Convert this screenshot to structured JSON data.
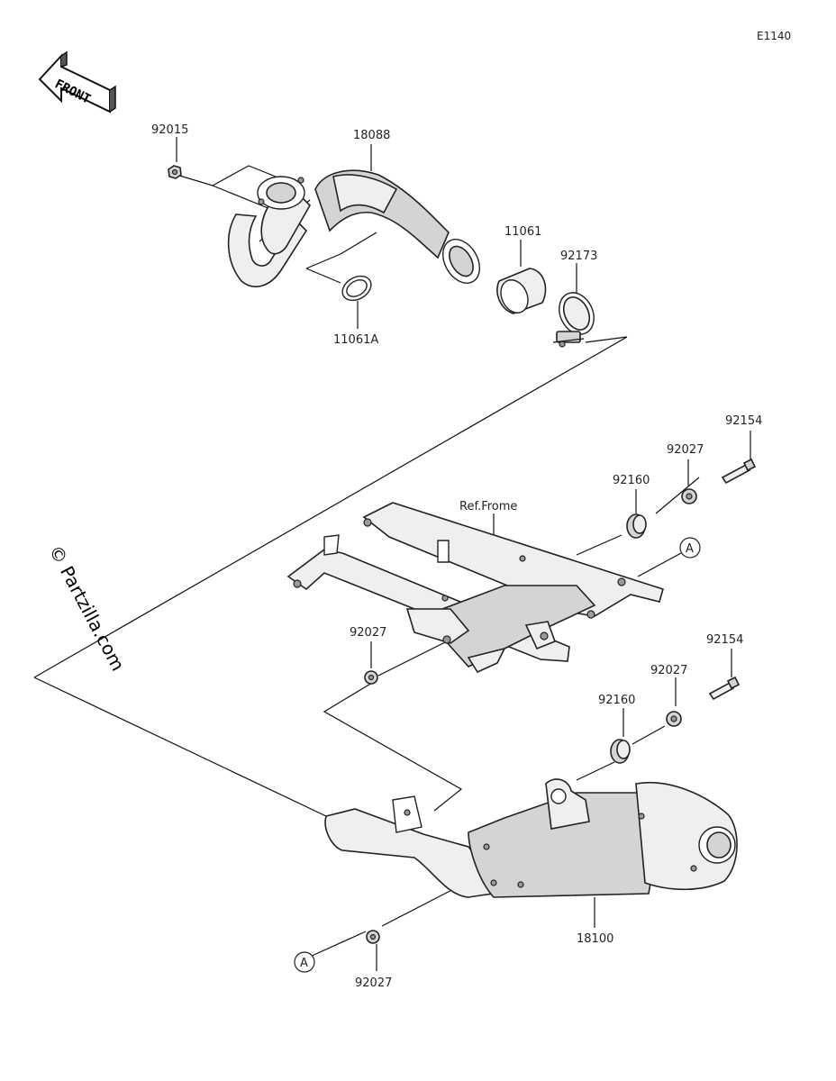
{
  "diagram_code": "E1140",
  "front_arrow_label": "FRONT",
  "watermark": "© Partzilla.com",
  "callouts": [
    {
      "id": "c-92015",
      "text": "92015"
    },
    {
      "id": "c-18088",
      "text": "18088"
    },
    {
      "id": "c-11061",
      "text": "11061"
    },
    {
      "id": "c-92173",
      "text": "92173"
    },
    {
      "id": "c-11061A",
      "text": "11061A"
    },
    {
      "id": "c-92154-top",
      "text": "92154"
    },
    {
      "id": "c-92027-top",
      "text": "92027"
    },
    {
      "id": "c-92160-top",
      "text": "92160"
    },
    {
      "id": "c-ref-frame",
      "text": "Ref.Frome"
    },
    {
      "id": "c-92027-mid",
      "text": "92027"
    },
    {
      "id": "c-92154-low",
      "text": "92154"
    },
    {
      "id": "c-92027-low",
      "text": "92027"
    },
    {
      "id": "c-92160-low",
      "text": "92160"
    },
    {
      "id": "c-18100",
      "text": "18100"
    },
    {
      "id": "c-92027-bottom",
      "text": "92027"
    }
  ],
  "reference_markers": [
    "A",
    "A"
  ]
}
